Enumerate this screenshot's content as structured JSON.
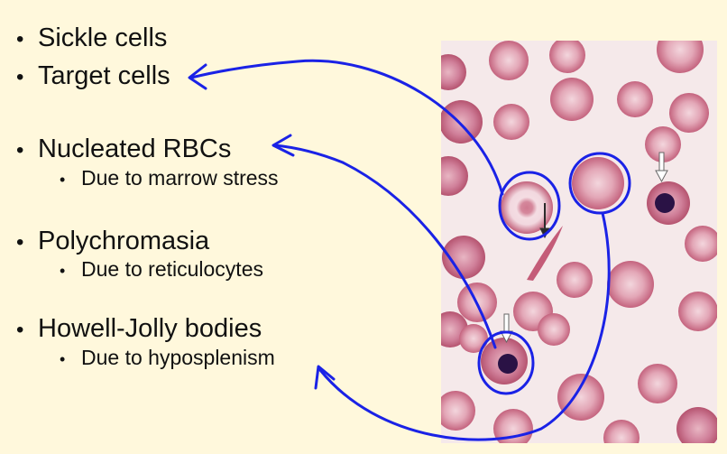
{
  "slide": {
    "items": [
      {
        "label": "Sickle cells"
      },
      {
        "label": "Target cells"
      },
      {
        "label": "Nucleated RBCs",
        "sub": "Due to marrow stress"
      },
      {
        "label": "Polychromasia",
        "sub": "Due to reticulocytes"
      },
      {
        "label": "Howell-Jolly bodies",
        "sub": "Due to hyposplenism"
      }
    ],
    "bullet_glyph": "•"
  },
  "colors": {
    "background": "#fff8dc",
    "annotation": "#1a22e6",
    "rbc": "#c96b84",
    "rbc_center": "#f2d5dc",
    "nucleus": "#2a1245",
    "smear_bg": "#f5e9ea"
  },
  "image": {
    "subject": "peripheral blood smear micrograph with arrows and hand-drawn circles"
  }
}
